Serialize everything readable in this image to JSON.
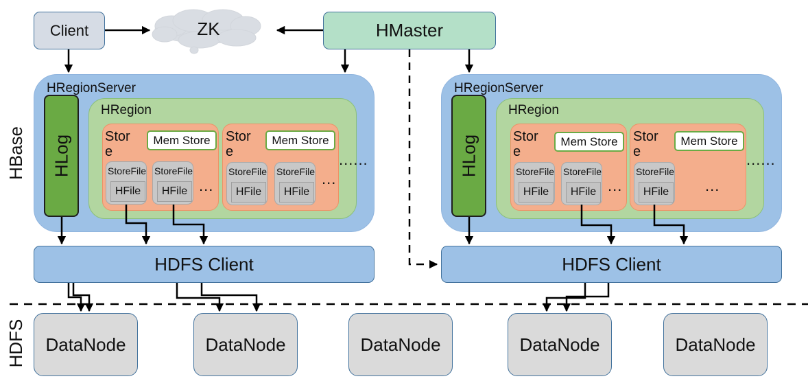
{
  "diagram": {
    "top": {
      "client_label": "Client",
      "zk_label": "ZK",
      "master_label": "HMaster"
    },
    "side_labels": {
      "hbase": "HBase",
      "hdfs": "HDFS"
    },
    "region_servers": [
      {
        "label": "HRegionServer",
        "hlog_label": "HLog",
        "region_label": "HRegion",
        "stores": [
          {
            "label": "Store",
            "memstore_label": "Mem Store",
            "storefiles": [
              {
                "label": "StoreFile",
                "hfile_label": "HFile"
              },
              {
                "label": "StoreFile",
                "hfile_label": "HFile"
              }
            ],
            "more": "..."
          },
          {
            "label": "Store",
            "memstore_label": "Mem Store",
            "storefiles": [
              {
                "label": "StoreFile",
                "hfile_label": "HFile"
              },
              {
                "label": "StoreFile",
                "hfile_label": "HFile"
              }
            ],
            "more": "..."
          }
        ],
        "more_stores": "......",
        "hdfs_client_label": "HDFS Client"
      },
      {
        "label": "HRegionServer",
        "hlog_label": "HLog",
        "region_label": "HRegion",
        "stores": [
          {
            "label": "Store",
            "memstore_label": "Mem Store",
            "storefiles": [
              {
                "label": "StoreFile",
                "hfile_label": "HFile"
              },
              {
                "label": "StoreFile",
                "hfile_label": "HFile"
              }
            ],
            "more": "..."
          },
          {
            "label": "Store",
            "memstore_label": "Mem Store",
            "storefiles": [
              {
                "label": "StoreFile",
                "hfile_label": "HFile"
              }
            ],
            "more": "..."
          }
        ],
        "more_stores": "......",
        "hdfs_client_label": "HDFS Client"
      }
    ],
    "datanodes": [
      "DataNode",
      "DataNode",
      "DataNode",
      "DataNode",
      "DataNode"
    ],
    "colors": {
      "client_fill": "#d6dce5",
      "master_fill": "#b4e0c8",
      "zk_cloud": "#d9dde3",
      "regionserver_fill": "#9dc1e6",
      "hlog_fill": "#6aaa44",
      "region_fill": "#b2d6a0",
      "store_fill": "#f4ae8c",
      "storefile_fill": "#c8c8c8",
      "datanode_fill": "#dadada",
      "outline": "#41719c"
    }
  }
}
